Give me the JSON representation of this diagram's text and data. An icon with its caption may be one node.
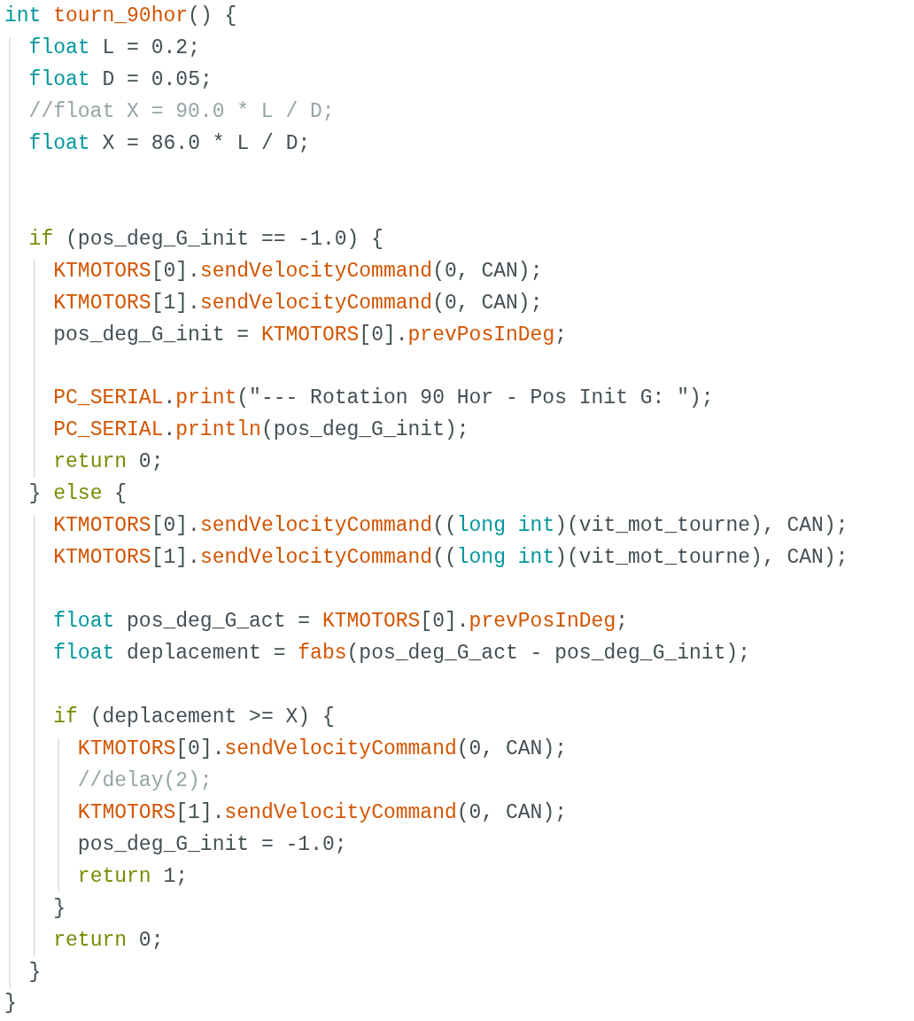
{
  "diagram": {
    "labels": [
      "int tourn_90hor() {",
      "  float L = 0.2;",
      "  float D = 0.05;",
      "  //float X = 90.0 * L / D;",
      "  float X = 86.0 * L / D;",
      "  if (pos_deg_G_init == -1.0) {",
      "    KTMOTORS[0].sendVelocityCommand(0, CAN);",
      "    KTMOTORS[1].sendVelocityCommand(0, CAN);",
      "    pos_deg_G_init = KTMOTORS[0].prevPosInDeg;",
      "    PC_SERIAL.print(\"--- Rotation 90 Hor - Pos Init G: \");",
      "    PC_SERIAL.println(pos_deg_G_init);",
      "    return 0;",
      "  } else {",
      "    KTMOTORS[0].sendVelocityCommand((long int)(vit_mot_tourne), CAN);",
      "    KTMOTORS[1].sendVelocityCommand((long int)(vit_mot_tourne), CAN);",
      "    float pos_deg_G_act = KTMOTORS[0].prevPosInDeg;",
      "    float deplacement = fabs(pos_deg_G_act - pos_deg_G_init);",
      "    if (deplacement >= X) {",
      "      KTMOTORS[0].sendVelocityCommand(0, CAN);",
      "      //delay(2);",
      "      KTMOTORS[1].sendVelocityCommand(0, CAN);",
      "      pos_deg_G_init = -1.0;",
      "      return 1;",
      "    }",
      "    return 0;",
      "  }",
      "}"
    ]
  }
}
